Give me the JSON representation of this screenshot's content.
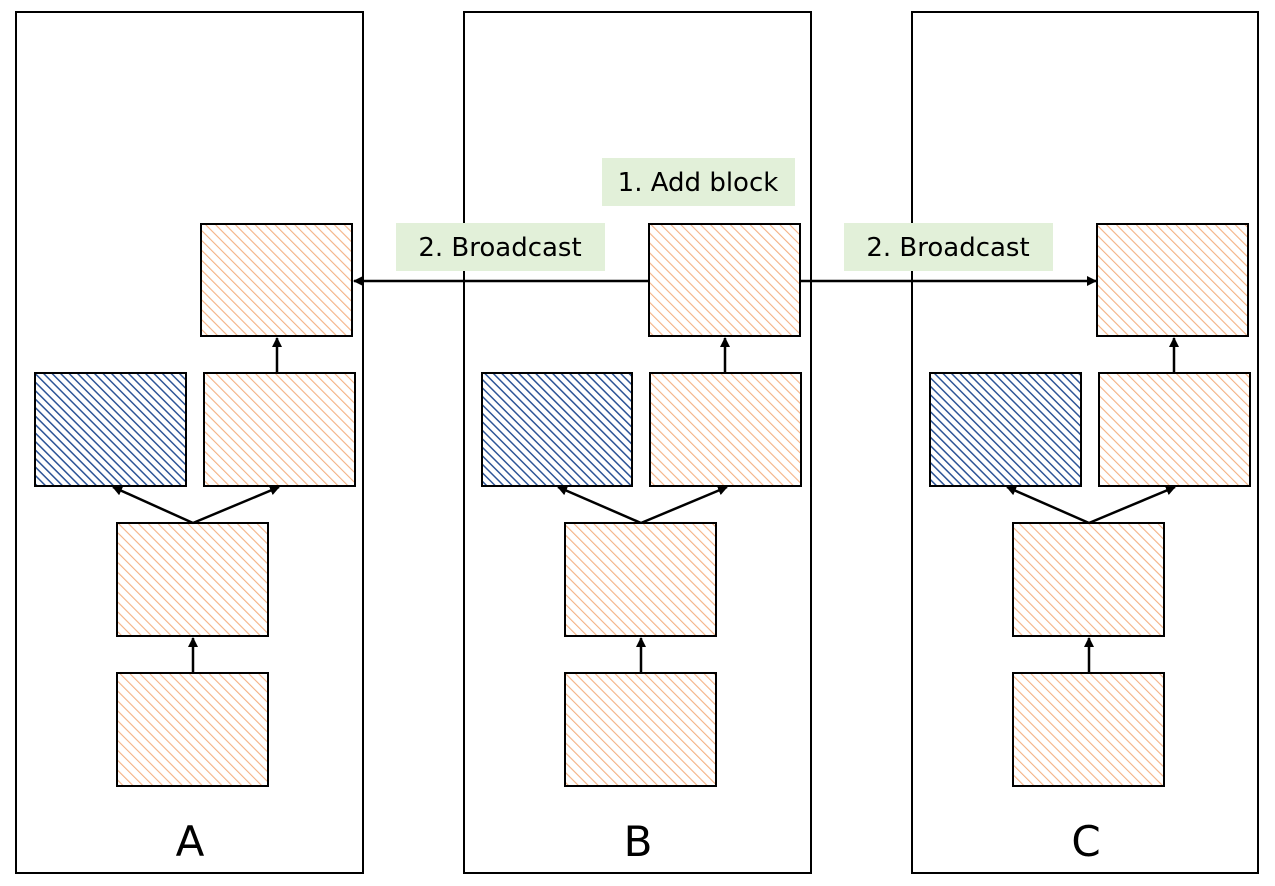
{
  "nodes": [
    {
      "id": "node-a",
      "label": "A"
    },
    {
      "id": "node-b",
      "label": "B"
    },
    {
      "id": "node-c",
      "label": "C"
    }
  ],
  "steps": {
    "add_block": "1. Add block",
    "broadcast_left": "2. Broadcast",
    "broadcast_right": "2. Broadcast"
  },
  "colors": {
    "main_chain_hatch": "#f4b183",
    "fork_block_hatch": "#2e5597",
    "label_background": "#e2f0d9",
    "outline": "#000000"
  }
}
